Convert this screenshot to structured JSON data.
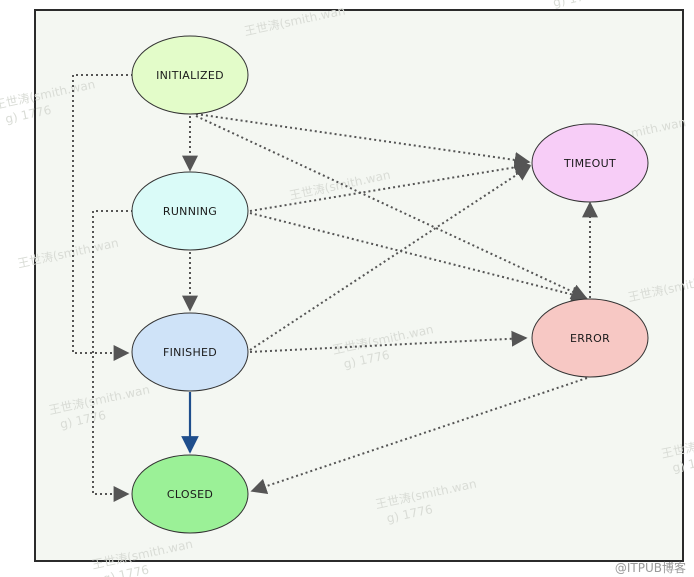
{
  "diagram": {
    "nodes": {
      "initialized": {
        "label": "INITIALIZED",
        "fill": "#e3fcc9"
      },
      "running": {
        "label": "RUNNING",
        "fill": "#dafbf8"
      },
      "finished": {
        "label": "FINISHED",
        "fill": "#cfe3f8"
      },
      "closed": {
        "label": "CLOSED",
        "fill": "#9bf197"
      },
      "timeout": {
        "label": "TIMEOUT",
        "fill": "#f7cdf7"
      },
      "error": {
        "label": "ERROR",
        "fill": "#f7c8c4"
      }
    },
    "edges": [
      {
        "from": "INITIALIZED",
        "to": "RUNNING",
        "style": "dotted"
      },
      {
        "from": "INITIALIZED",
        "to": "FINISHED",
        "style": "dotted"
      },
      {
        "from": "INITIALIZED",
        "to": "TIMEOUT",
        "style": "dotted"
      },
      {
        "from": "INITIALIZED",
        "to": "ERROR",
        "style": "dotted"
      },
      {
        "from": "RUNNING",
        "to": "FINISHED",
        "style": "dotted"
      },
      {
        "from": "RUNNING",
        "to": "CLOSED",
        "style": "dotted"
      },
      {
        "from": "RUNNING",
        "to": "TIMEOUT",
        "style": "dotted"
      },
      {
        "from": "RUNNING",
        "to": "ERROR",
        "style": "dotted"
      },
      {
        "from": "FINISHED",
        "to": "TIMEOUT",
        "style": "dotted"
      },
      {
        "from": "FINISHED",
        "to": "ERROR",
        "style": "dotted"
      },
      {
        "from": "FINISHED",
        "to": "CLOSED",
        "style": "solid"
      },
      {
        "from": "ERROR",
        "to": "TIMEOUT",
        "style": "dotted"
      },
      {
        "from": "ERROR",
        "to": "CLOSED",
        "style": "dotted"
      }
    ],
    "colors": {
      "dotted_edge": "#555555",
      "solid_edge": "#1f4e8c",
      "node_stroke": "#333333"
    }
  },
  "watermark": {
    "line1": "王世涛(smith.wan",
    "line2": "g) 1776"
  },
  "credit": "@ITPUB博客"
}
